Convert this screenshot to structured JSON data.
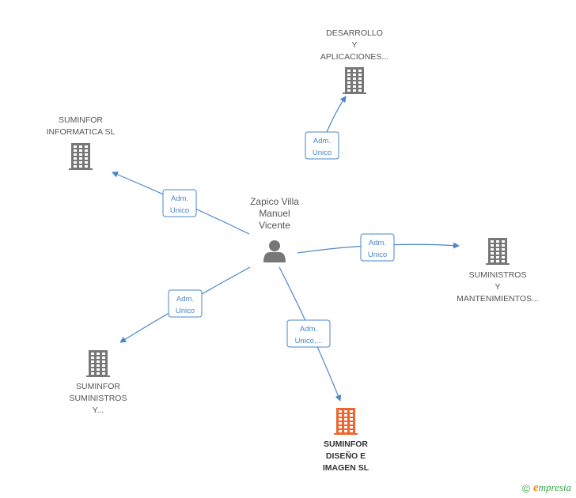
{
  "colors": {
    "edge": "#4a86c8",
    "company": "#777777",
    "highlight": "#f0642d",
    "person": "#777777",
    "brand": "#3fa64a"
  },
  "center": {
    "name_lines": [
      "Zapico Villa",
      "Manuel",
      "Vicente"
    ],
    "icon": "person-icon"
  },
  "companies": [
    {
      "id": "desarrollo",
      "lines": [
        "DESARROLLO",
        "Y",
        "APLICACIONES..."
      ],
      "icon": "building-icon",
      "highlight": false
    },
    {
      "id": "suminfor-informatica",
      "lines": [
        "SUMINFOR",
        "INFORMATICA SL"
      ],
      "icon": "building-icon",
      "highlight": false
    },
    {
      "id": "suministros-mantenimientos",
      "lines": [
        "SUMINISTROS",
        "Y",
        "MANTENIMIENTOS..."
      ],
      "icon": "building-icon",
      "highlight": false
    },
    {
      "id": "suminfor-suministros",
      "lines": [
        "SUMINFOR",
        "SUMINISTROS",
        "Y..."
      ],
      "icon": "building-icon",
      "highlight": false
    },
    {
      "id": "suminfor-diseno",
      "lines": [
        "SUMINFOR",
        "DISEÑO E",
        "IMAGEN SL"
      ],
      "icon": "building-icon",
      "highlight": true
    }
  ],
  "edges": [
    {
      "to": "desarrollo",
      "lines": [
        "Adm.",
        "Unico"
      ]
    },
    {
      "to": "suminfor-informatica",
      "lines": [
        "Adm.",
        "Unico"
      ]
    },
    {
      "to": "suministros-mantenimientos",
      "lines": [
        "Adm.",
        "Unico"
      ]
    },
    {
      "to": "suminfor-suministros",
      "lines": [
        "Adm.",
        "Unico"
      ]
    },
    {
      "to": "suminfor-diseno",
      "lines": [
        "Adm.",
        "Unico,..."
      ]
    }
  ],
  "footer": {
    "copyright": "©",
    "brand_initial": "e",
    "brand_rest": "mpresia"
  }
}
